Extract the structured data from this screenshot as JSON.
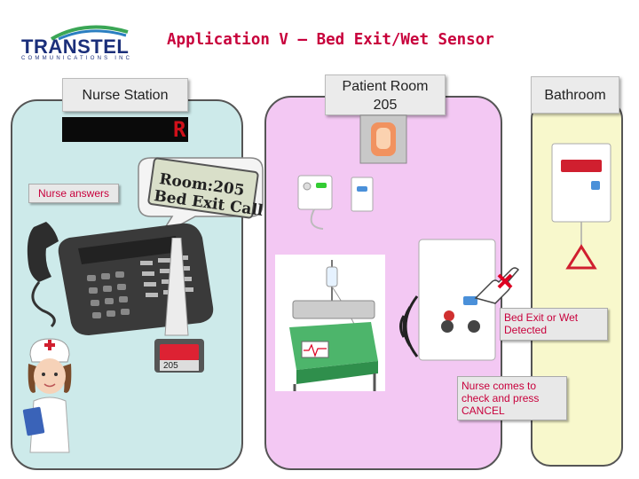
{
  "header": {
    "logo_text": "TRANSTEL",
    "logo_sub": "COMMUNICATIONS INC",
    "title": "Application V – Bed Exit/Wet Sensor"
  },
  "nurse_station": {
    "label": "Nurse Station",
    "display_char": "R",
    "note": "Nurse answers",
    "bubble_line1": "Room:205",
    "bubble_line2": "Bed Exit Call",
    "phone_display": "205"
  },
  "patient_room": {
    "label": "Patient Room\n205",
    "note_detected": "Bed Exit or Wet Detected",
    "note_cancel": "Nurse comes to check and press CANCEL"
  },
  "bathroom": {
    "label": "Bathroom"
  },
  "colors": {
    "title": "#c8003c",
    "logo": "#1b2f7a",
    "nurse_zone": "#cdeaea",
    "room_zone": "#f3c8f3",
    "bath_zone": "#f8f8cc"
  }
}
